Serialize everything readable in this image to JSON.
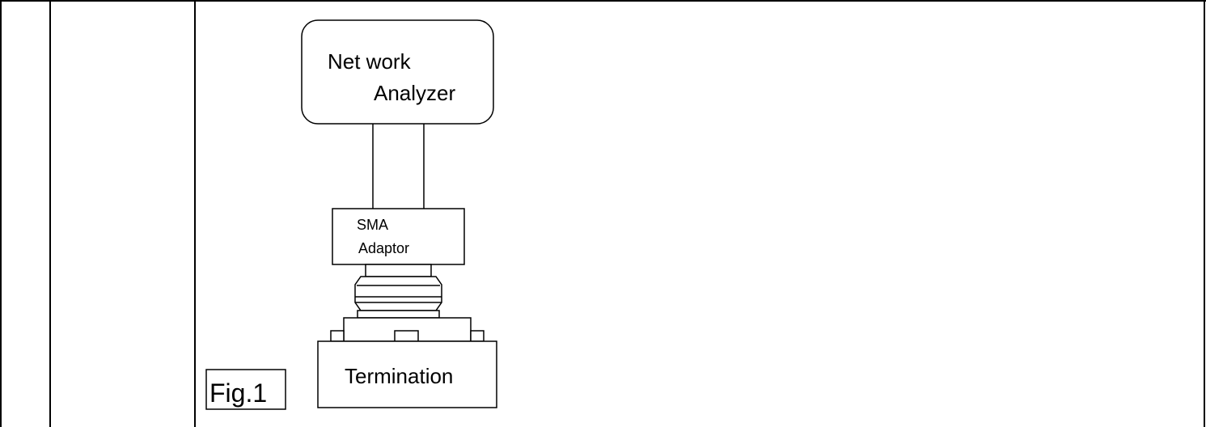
{
  "figure": {
    "label": "Fig.1"
  },
  "nodes": {
    "network_analyzer": {
      "line1": "Net work",
      "line2": "Analyzer"
    },
    "sma_adaptor": {
      "line1": "SMA",
      "line2": "Adaptor"
    },
    "termination": {
      "label": "Termination"
    }
  }
}
